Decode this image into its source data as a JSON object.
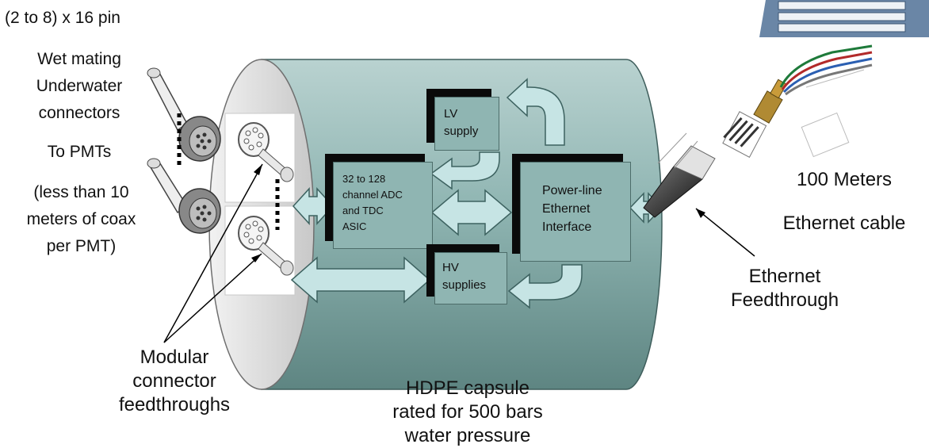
{
  "labels": {
    "pin_count": "(2 to 8) x 16 pin",
    "wet_mating": [
      "Wet mating",
      "Underwater",
      "connectors"
    ],
    "to_pmts": "To PMTs",
    "coax_note": [
      "(less than 10",
      "meters of coax",
      "per PMT)"
    ],
    "modular": [
      "Modular",
      "connector",
      "feedthroughs"
    ],
    "hdpe": [
      "HDPE capsule",
      "rated for 500 bars",
      "water pressure"
    ],
    "meters": "100 Meters",
    "ethernet_cable": "Ethernet cable",
    "ethernet_feedthrough": [
      "Ethernet",
      "Feedthrough"
    ]
  },
  "boxes": {
    "lv": [
      "LV",
      "supply"
    ],
    "adc": [
      "32 to 128",
      "channel ADC",
      "and TDC",
      "ASIC"
    ],
    "power": [
      "Power-line",
      "Ethernet",
      "Interface"
    ],
    "hv": [
      "HV",
      "supplies"
    ]
  },
  "colors": {
    "capsule_fill": "#8fb5b2",
    "capsule_end": "#d6d6d6",
    "box_fill": "#8fb5b2",
    "arrow_fill": "#c6e4e4",
    "shadow": "#0a0a0a"
  }
}
